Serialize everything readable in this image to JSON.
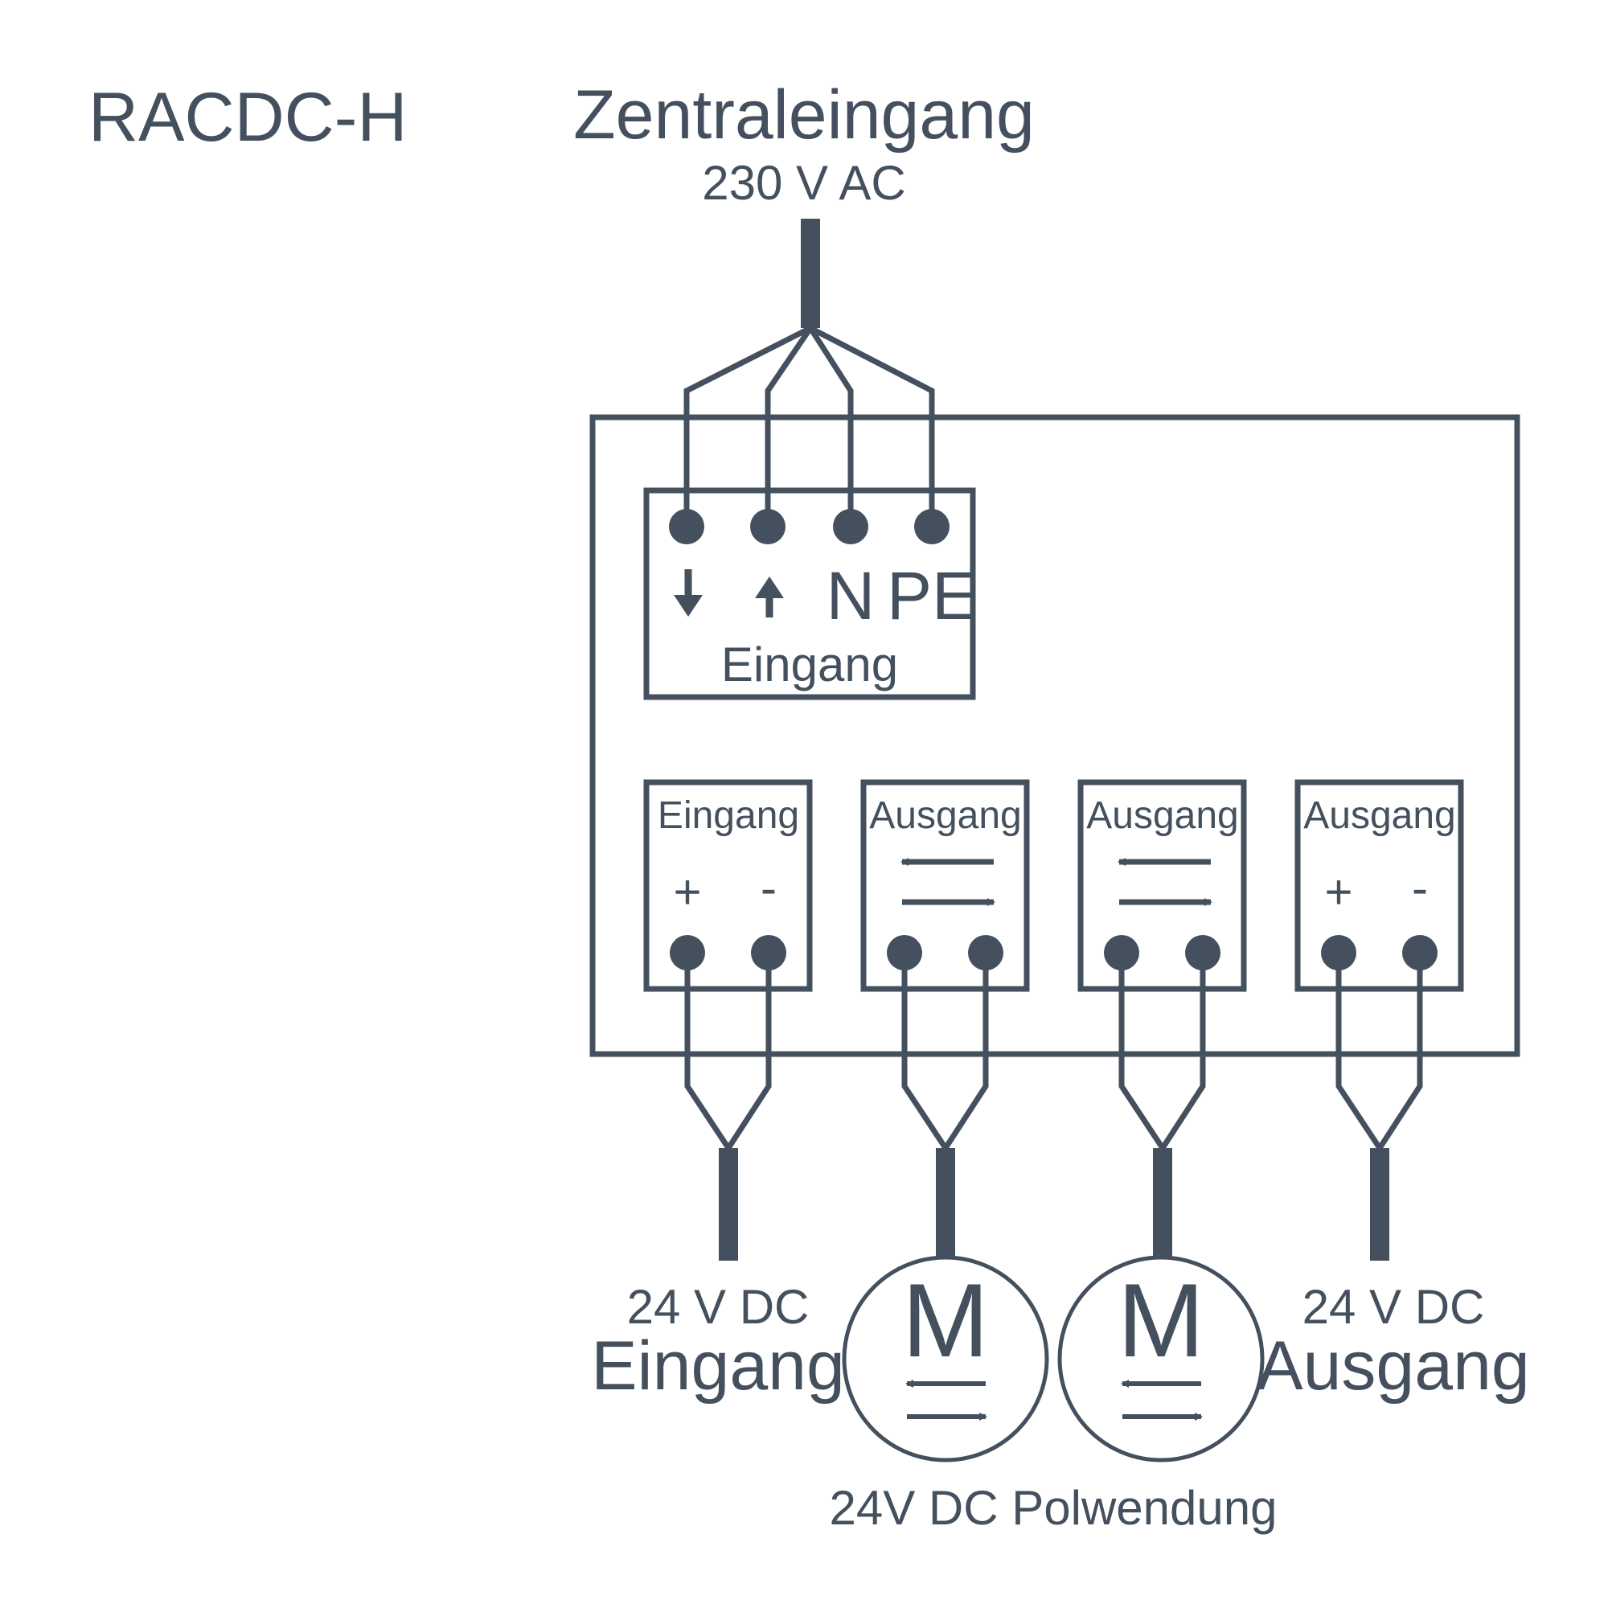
{
  "model": "RACDC-H",
  "central_input": {
    "title": "Zentraleingang",
    "voltage": "230 V AC"
  },
  "input_block": {
    "terminals": [
      {
        "icon": "arrow-down-icon"
      },
      {
        "icon": "arrow-up-icon"
      },
      {
        "label": "N"
      },
      {
        "label": "PE"
      }
    ],
    "label": "Eingang"
  },
  "blocks": [
    {
      "label": "Eingang",
      "plus": "+",
      "minus": "-"
    },
    {
      "label": "Ausgang",
      "icon": "bidirectional-arrows-icon"
    },
    {
      "label": "Ausgang",
      "icon": "bidirectional-arrows-icon"
    },
    {
      "label": "Ausgang",
      "plus": "+",
      "minus": "-"
    }
  ],
  "bottom": {
    "left": {
      "voltage": "24 V DC",
      "label": "Eingang"
    },
    "right": {
      "voltage": "24 V DC",
      "label": "Ausgang"
    },
    "motor_letter": "M",
    "motors_caption": "24V DC Polwendung"
  },
  "colors": {
    "stroke": "#44505e",
    "background": "#ffffff"
  }
}
